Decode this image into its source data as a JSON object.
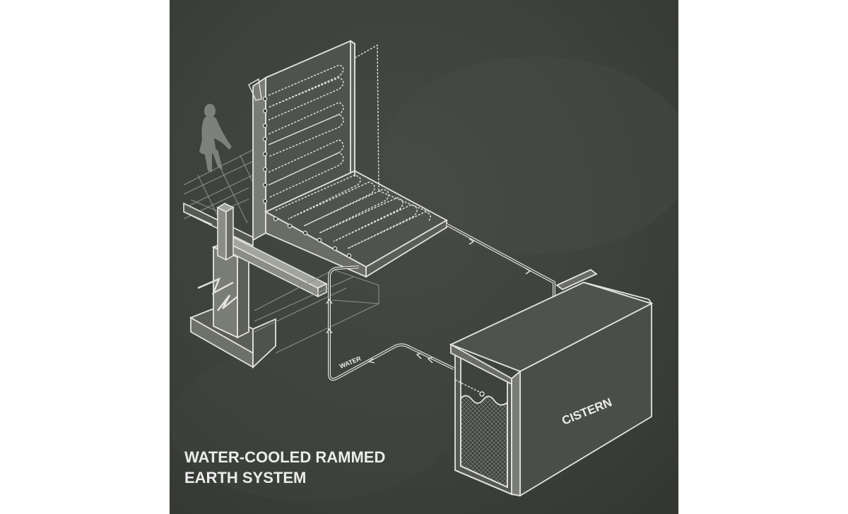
{
  "diagram": {
    "title_line1": "WATER-COOLED RAMMED",
    "title_line2": "EARTH SYSTEM",
    "water_label": "WATER",
    "cistern_label": "CISTERN"
  },
  "colors": {
    "background": "#3c403b",
    "line": "#e4e4e0",
    "wall_face": "#4f534d",
    "wall_fill": "#787a74",
    "figure": "#8a8c86"
  }
}
